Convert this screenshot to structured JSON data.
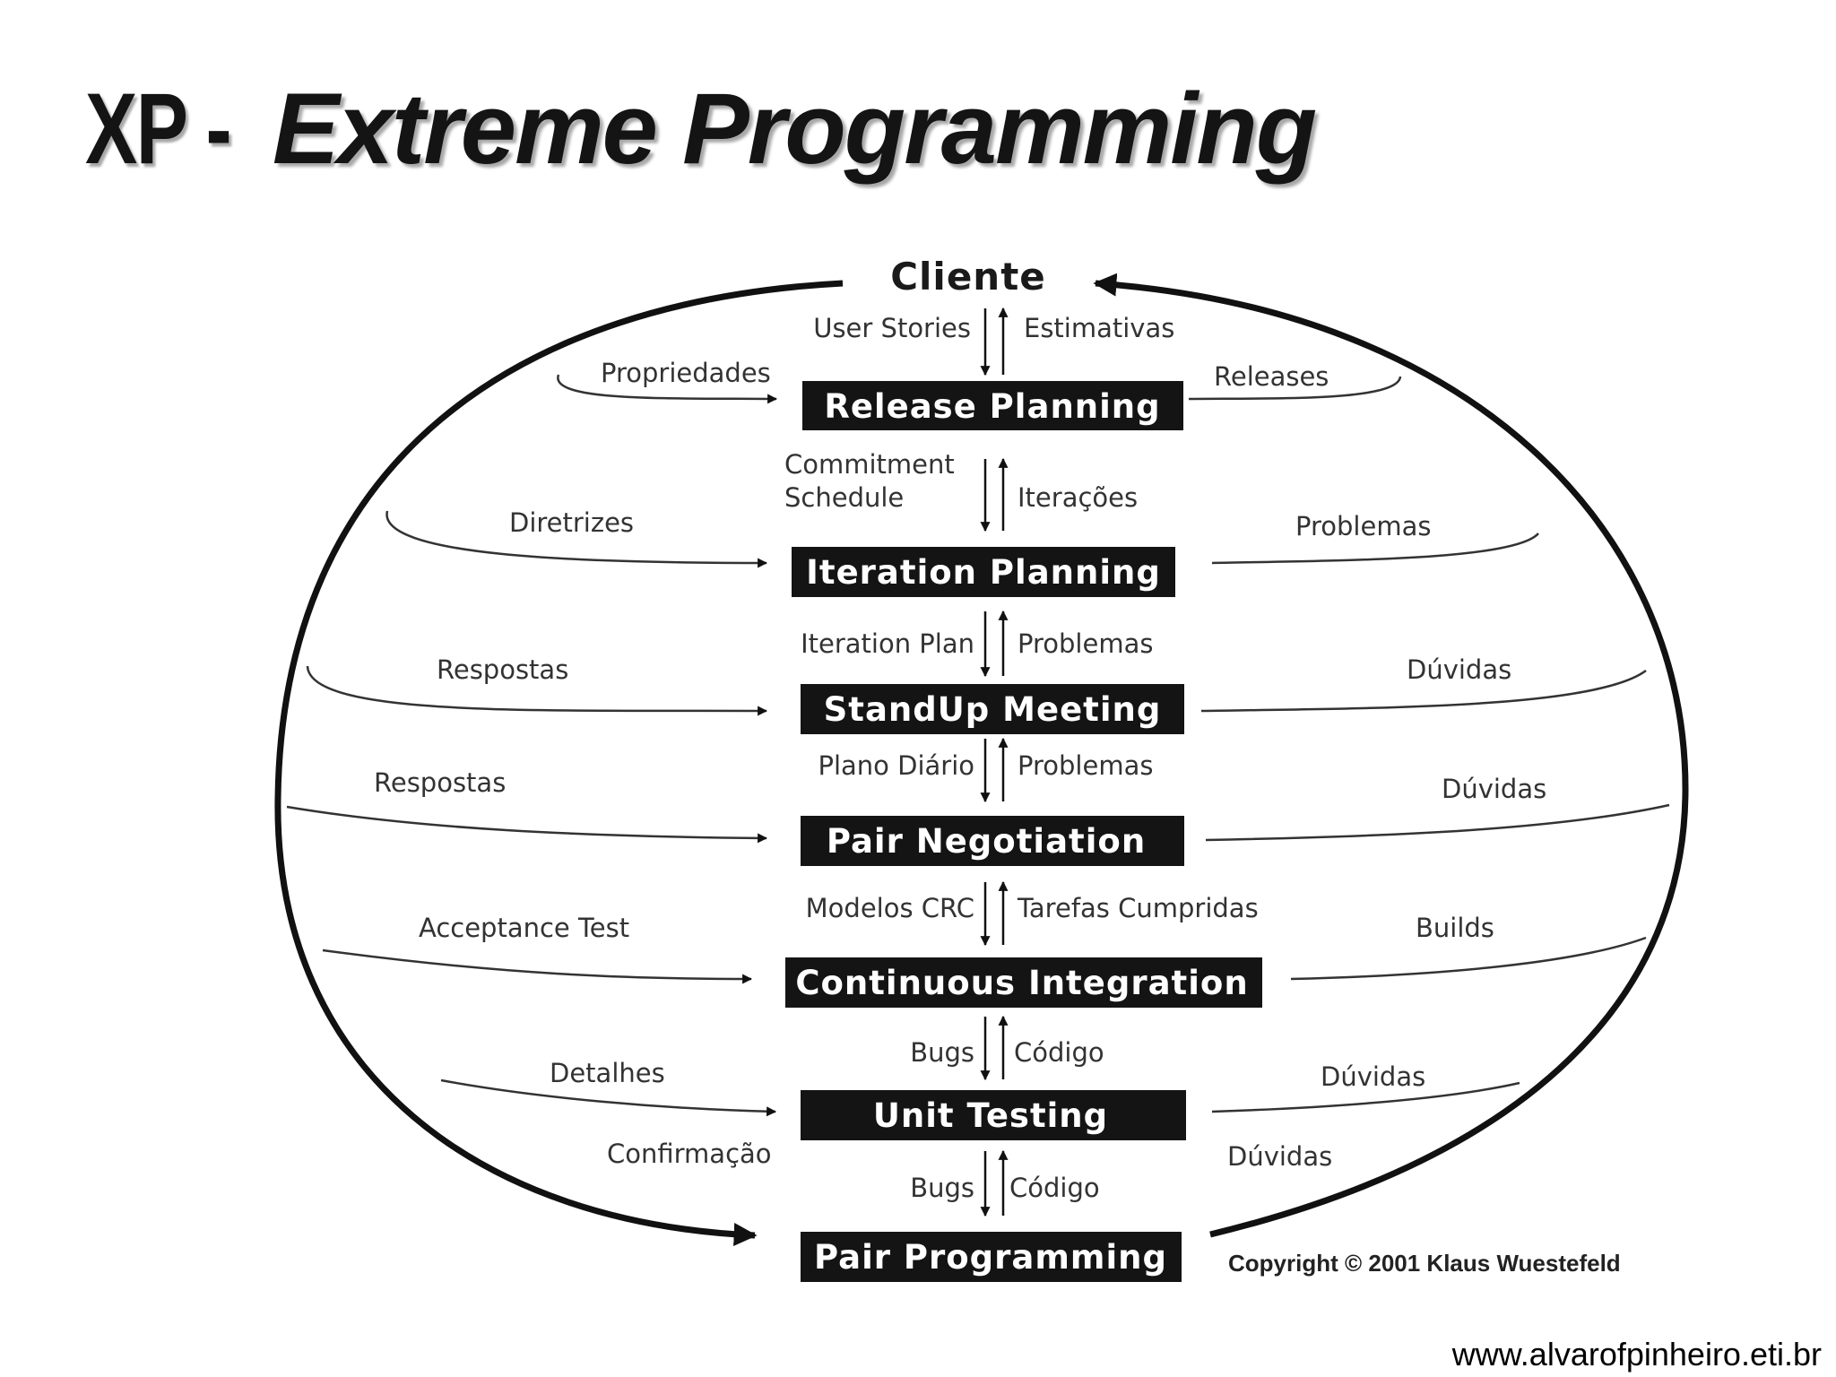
{
  "title": {
    "prefix": "XP -",
    "main": "Extreme Programming"
  },
  "cliente": "Cliente",
  "boxes": {
    "release_planning": "Release Planning",
    "iteration_planning": "Iteration Planning",
    "standup_meeting": "StandUp Meeting",
    "pair_negotiation": "Pair Negotiation",
    "continuous_integration": "Continuous Integration",
    "unit_testing": "Unit Testing",
    "pair_programming": "Pair Programming"
  },
  "center_labels": {
    "user_stories": "User Stories",
    "estimativas": "Estimativas",
    "commitment": "Commitment",
    "schedule": "Schedule",
    "iteracoes": "Iterações",
    "iteration_plan": "Iteration Plan",
    "problemas_1": "Problemas",
    "plano_diario": "Plano Diário",
    "problemas_2": "Problemas",
    "modelos_crc": "Modelos CRC",
    "tarefas_cumpridas": "Tarefas Cumpridas",
    "bugs_1": "Bugs",
    "codigo_1": "Código",
    "bugs_2": "Bugs",
    "codigo_2": "Código"
  },
  "left_labels": {
    "propriedades": "Propriedades",
    "diretrizes": "Diretrizes",
    "respostas_1": "Respostas",
    "respostas_2": "Respostas",
    "acceptance_test": "Acceptance Test",
    "detalhes": "Detalhes",
    "confirmacao": "Confirmação"
  },
  "right_labels": {
    "releases": "Releases",
    "problemas": "Problemas",
    "duvidas_1": "Dúvidas",
    "duvidas_2": "Dúvidas",
    "builds": "Builds",
    "duvidas_3": "Dúvidas",
    "duvidas_4": "Dúvidas"
  },
  "copyright": "Copyright © 2001 Klaus Wuestefeld",
  "footer_url": "www.alvarofpinheiro.eti.br"
}
